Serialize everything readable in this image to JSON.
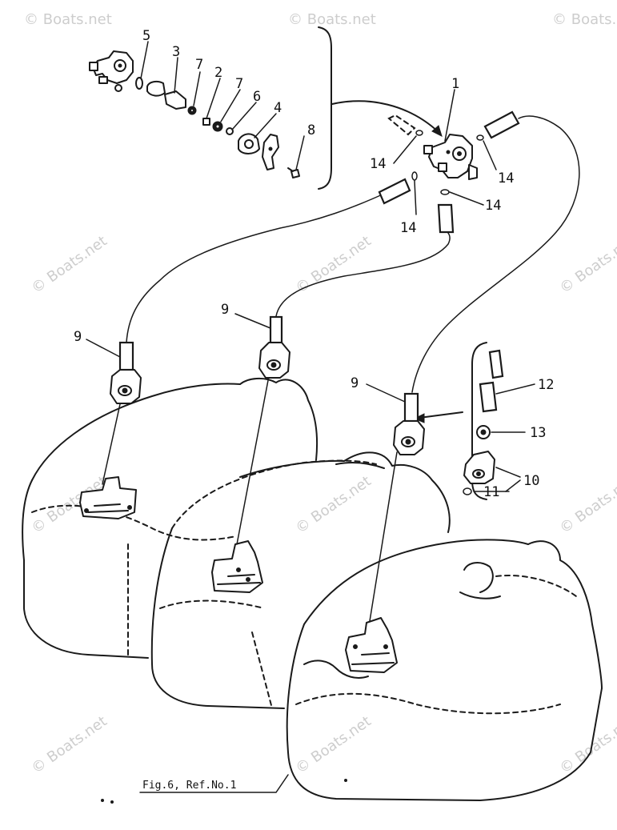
{
  "callouts": {
    "c1": "1",
    "c2": "2",
    "c3": "3",
    "c4": "4",
    "c5": "5",
    "c6": "6",
    "c7a": "7",
    "c7b": "7",
    "c8": "8",
    "c9a": "9",
    "c9b": "9",
    "c9c": "9",
    "c10": "10",
    "c11": "11",
    "c12": "12",
    "c13": "13",
    "c14a": "14",
    "c14b": "14",
    "c14c": "14",
    "c14d": "14"
  },
  "caption": "Fig.6, Ref.No.1",
  "watermark": "© Boats.net",
  "colors": {
    "line": "#1a1a1a",
    "watermark": "#b8b8b8",
    "background": "#ffffff"
  }
}
